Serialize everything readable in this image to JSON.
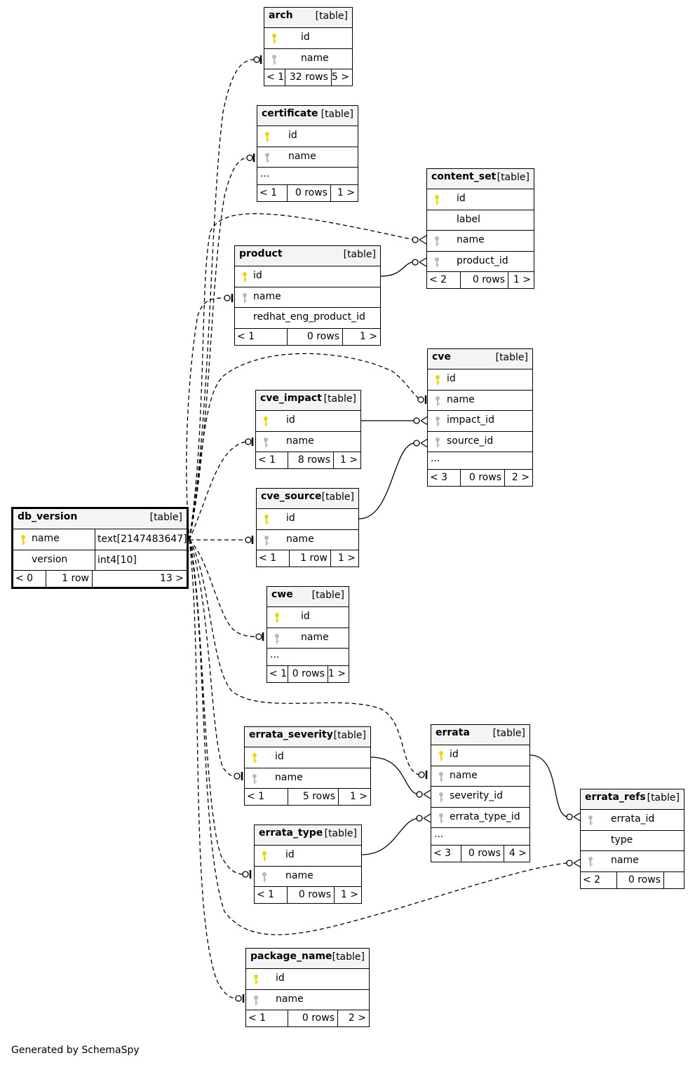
{
  "credit": "Generated by SchemaSpy",
  "tables": {
    "arch": {
      "name": "arch",
      "type": "[table]",
      "cols": [
        "id",
        "name"
      ],
      "footer": [
        "< 1",
        "32 rows",
        "5 >"
      ]
    },
    "certificate": {
      "name": "certificate",
      "type": "[table]",
      "cols": [
        "id",
        "name"
      ],
      "ellipsis": "...",
      "footer": [
        "< 1",
        "0 rows",
        "1 >"
      ]
    },
    "content_set": {
      "name": "content_set",
      "type": "[table]",
      "cols": [
        "id",
        "label",
        "name",
        "product_id"
      ],
      "footer": [
        "< 2",
        "0 rows",
        "1 >"
      ]
    },
    "product": {
      "name": "product",
      "type": "[table]",
      "cols": [
        "id",
        "name",
        "redhat_eng_product_id"
      ],
      "footer": [
        "< 1",
        "0 rows",
        "1 >"
      ]
    },
    "cve": {
      "name": "cve",
      "type": "[table]",
      "cols": [
        "id",
        "name",
        "impact_id",
        "source_id"
      ],
      "ellipsis": "...",
      "footer": [
        "< 3",
        "0 rows",
        "2 >"
      ]
    },
    "cve_impact": {
      "name": "cve_impact",
      "type": "[table]",
      "cols": [
        "id",
        "name"
      ],
      "footer": [
        "< 1",
        "8 rows",
        "1 >"
      ]
    },
    "cve_source": {
      "name": "cve_source",
      "type": "[table]",
      "cols": [
        "id",
        "name"
      ],
      "footer": [
        "< 1",
        "1 row",
        "1 >"
      ]
    },
    "db_version": {
      "name": "db_version",
      "type": "[table]",
      "cols": [
        "name",
        "version"
      ],
      "coltypes": [
        "text[2147483647]",
        "int4[10]"
      ],
      "footer": [
        "< 0",
        "1 row",
        "13 >"
      ]
    },
    "cwe": {
      "name": "cwe",
      "type": "[table]",
      "cols": [
        "id",
        "name"
      ],
      "ellipsis": "...",
      "footer": [
        "< 1",
        "0 rows",
        "1 >"
      ]
    },
    "errata": {
      "name": "errata",
      "type": "[table]",
      "cols": [
        "id",
        "name",
        "severity_id",
        "errata_type_id"
      ],
      "ellipsis": "...",
      "footer": [
        "< 3",
        "0 rows",
        "4 >"
      ]
    },
    "errata_severity": {
      "name": "errata_severity",
      "type": "[table]",
      "cols": [
        "id",
        "name"
      ],
      "footer": [
        "< 1",
        "5 rows",
        "1 >"
      ]
    },
    "errata_refs": {
      "name": "errata_refs",
      "type": "[table]",
      "cols": [
        "errata_id",
        "type",
        "name"
      ],
      "footer": [
        "< 2",
        "0 rows",
        ""
      ]
    },
    "errata_type": {
      "name": "errata_type",
      "type": "[table]",
      "cols": [
        "id",
        "name"
      ],
      "footer": [
        "< 1",
        "0 rows",
        "1 >"
      ]
    },
    "package_name": {
      "name": "package_name",
      "type": "[table]",
      "cols": [
        "id",
        "name"
      ],
      "footer": [
        "< 1",
        "0 rows",
        "2 >"
      ]
    }
  }
}
